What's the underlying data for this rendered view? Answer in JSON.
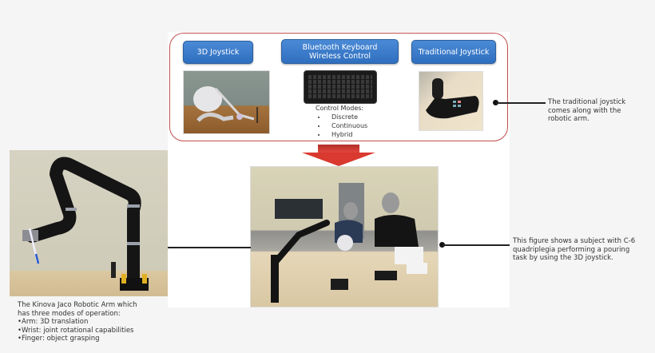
{
  "top_panel": {
    "buttons": [
      {
        "label": "3D Joystick"
      },
      {
        "label_line1": "Bluetooth Keyboard",
        "label_line2": "Wireless Control"
      },
      {
        "label": "Traditional Joystick"
      }
    ],
    "control_modes": {
      "title": "Control Modes:",
      "items": [
        "Discrete",
        "Continuous",
        "Hybrid"
      ]
    },
    "frame_color": "#c0504d",
    "button_color": "#3a7bcd"
  },
  "annotations": {
    "traditional_joystick": [
      "The traditional joystick",
      "comes along with the",
      "robotic arm."
    ],
    "subject_photo": [
      "This figure shows a subject with C-6",
      "quadriplegia  performing a pouring",
      "task by using the 3D joystick."
    ],
    "robotic_arm": [
      "The Kinova Jaco Robotic Arm which",
      "has three modes of operation:",
      "•Arm: 3D translation",
      "•Wrist: joint rotational capabilities",
      "•Finger: object grasping"
    ]
  },
  "arrow_color": "#d0342c"
}
